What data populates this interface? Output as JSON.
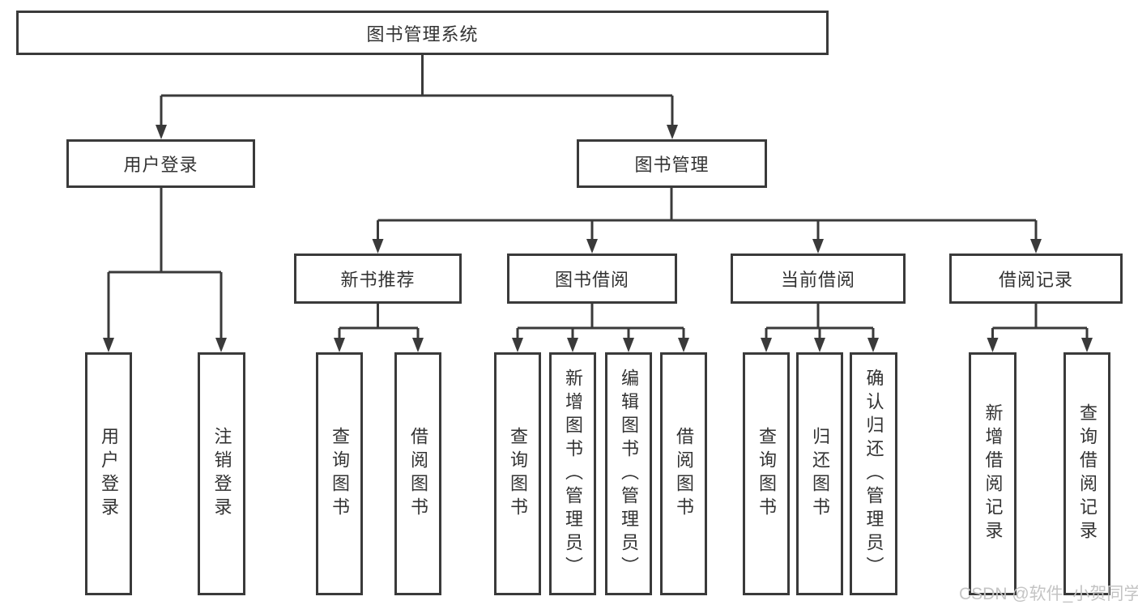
{
  "diagram": {
    "root": {
      "label": "图书管理系统"
    },
    "user_login": {
      "label": "用户登录",
      "children": {
        "login": "用户登录",
        "logout": "注销登录"
      }
    },
    "book_management": {
      "label": "图书管理",
      "new_book_recommend": {
        "label": "新书推荐",
        "children": {
          "query_books": "查询图书",
          "borrow_books": "借阅图书"
        }
      },
      "book_borrowing": {
        "label": "图书借阅",
        "children": {
          "query_books": "查询图书",
          "add_books": "新增图书（管理员）",
          "edit_books": "编辑图书（管理员）",
          "borrow_books": "借阅图书"
        }
      },
      "current_borrowing": {
        "label": "当前借阅",
        "children": {
          "query_books": "查询图书",
          "return_books": "归还图书",
          "confirm_return": "确认归还（管理员）"
        }
      },
      "borrowing_records": {
        "label": "借阅记录",
        "children": {
          "add_record": "新增借阅记录",
          "query_record": "查询借阅记录"
        }
      }
    }
  },
  "watermark": {
    "text": "CSDN @软件_小贺同学"
  },
  "colors": {
    "line": "#3a3a3a",
    "text": "#333333",
    "background": "#ffffff",
    "watermark": "#c4c4c4"
  }
}
